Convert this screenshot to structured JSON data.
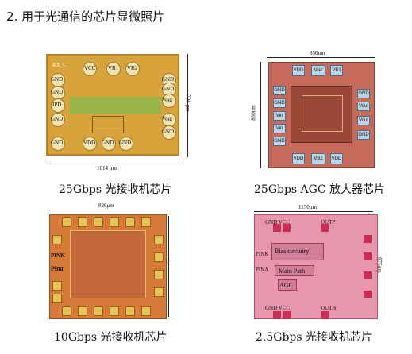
{
  "heading": "2. 用于光通信的芯片显微照片",
  "chips": [
    {
      "caption": "25Gbps 光接收机芯片",
      "chip_label": "RX_C",
      "pads": [
        "VCC",
        "VB1",
        "VB2",
        "GND",
        "GND",
        "GND",
        "GND",
        "IPD",
        "Vout",
        "GND",
        "Vout",
        "GND",
        "VDD",
        "GND",
        "GND",
        "GND"
      ],
      "width_label": "1014 μm",
      "height_label": "796 μm"
    },
    {
      "caption": "25Gbps AGC 放大器芯片",
      "width_label": "850um",
      "height_label": "850um",
      "top_pads": [
        "VDD",
        "Vref",
        "VB1"
      ],
      "bottom_pads": [
        "VDD",
        "VB2",
        "VDD"
      ],
      "left_pads": [
        "GND",
        "GND",
        "Vin",
        "Vin",
        "GND"
      ],
      "right_pads": [
        "GND",
        "Vout",
        "Vout",
        "GND"
      ]
    },
    {
      "caption": "10Gbps 光接收机芯片",
      "width_label": "826μm",
      "height_label": "957μm",
      "left_labels": [
        "PINK",
        "Pina"
      ]
    },
    {
      "caption": "2.5Gbps 光接收机芯片",
      "width_label": "1150μm",
      "height_label": "975μm",
      "labels": {
        "gnd_vcc_top": "GND VCC",
        "outp": "OUTP",
        "pink": "PINK",
        "pina": "PINA",
        "bias": "Bias circuitry",
        "main": "Main Path",
        "agc": "AGC",
        "gnd_vcc_bottom": "GND VCC",
        "outn": "OUTN"
      }
    }
  ]
}
